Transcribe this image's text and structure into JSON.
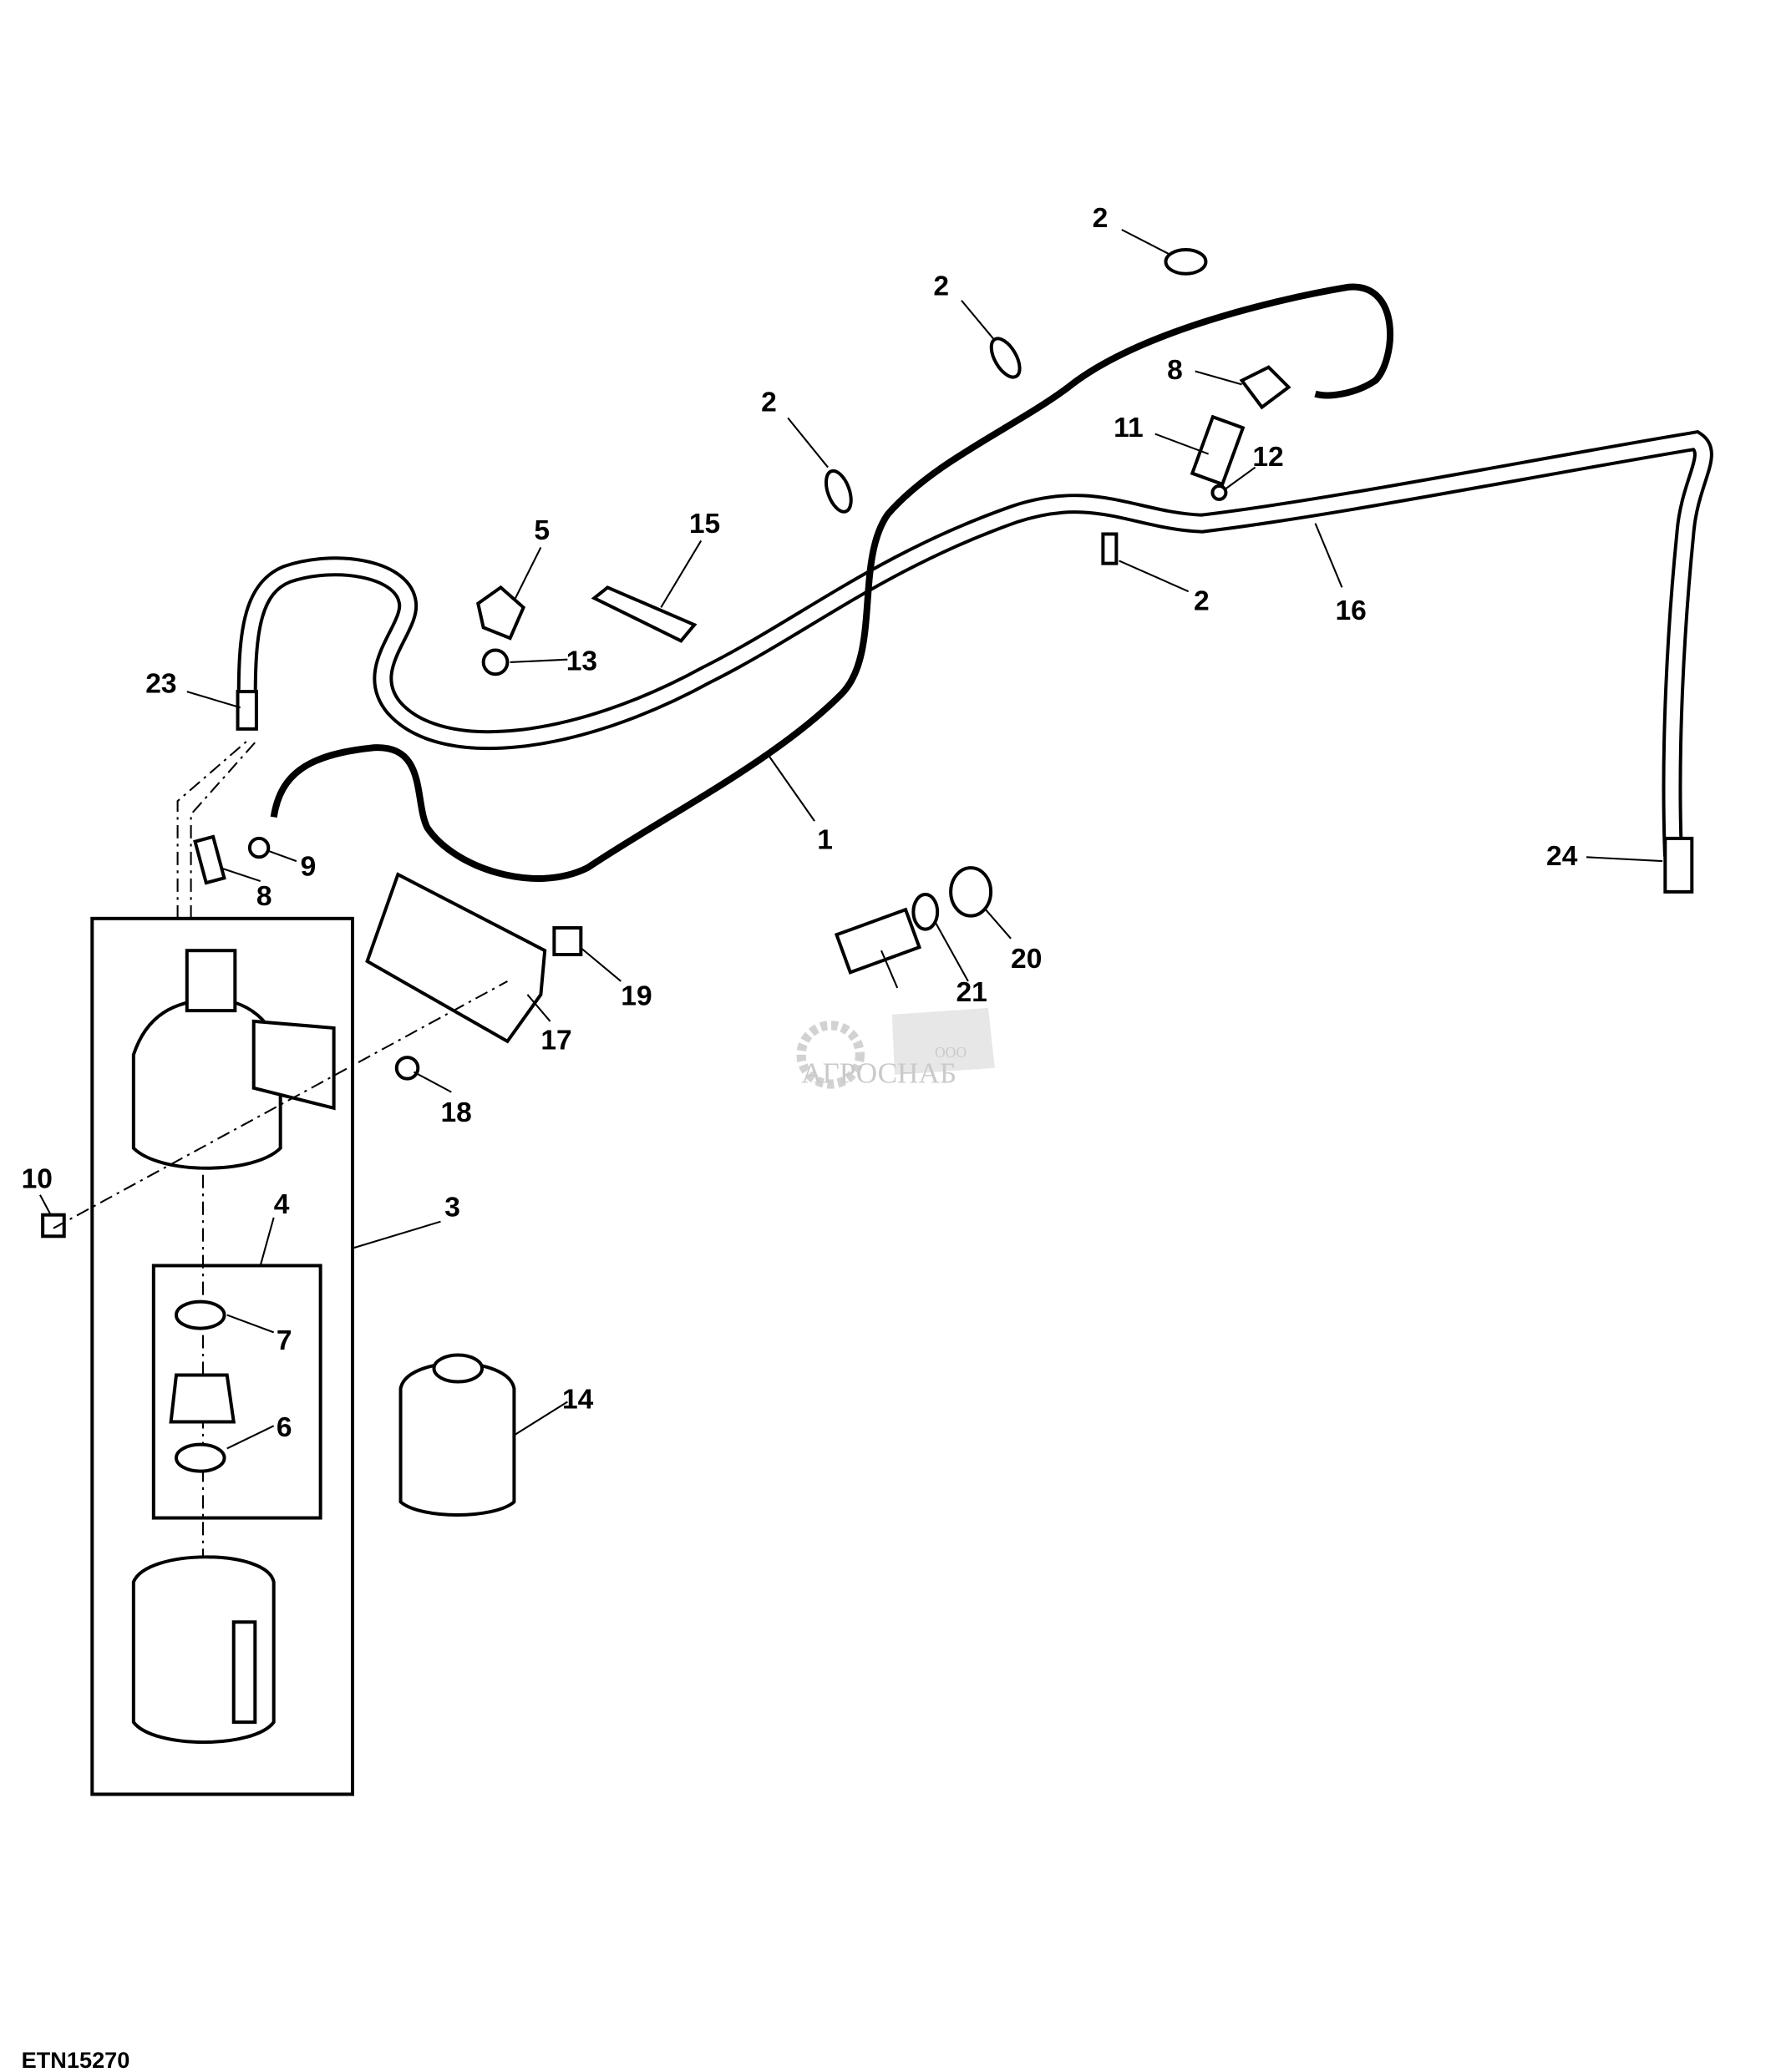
{
  "diagram": {
    "figure_id": "ETN15270",
    "callouts": [
      {
        "id": "c2a",
        "text": "2"
      },
      {
        "id": "c2b",
        "text": "2"
      },
      {
        "id": "c2c",
        "text": "2"
      },
      {
        "id": "c2d",
        "text": "2"
      },
      {
        "id": "c8a",
        "text": "8"
      },
      {
        "id": "c11",
        "text": "11"
      },
      {
        "id": "c12",
        "text": "12"
      },
      {
        "id": "c5",
        "text": "5"
      },
      {
        "id": "c15",
        "text": "15"
      },
      {
        "id": "c13",
        "text": "13"
      },
      {
        "id": "c16",
        "text": "16"
      },
      {
        "id": "c23",
        "text": "23"
      },
      {
        "id": "c1",
        "text": "1"
      },
      {
        "id": "c24",
        "text": "24"
      },
      {
        "id": "c9",
        "text": "9"
      },
      {
        "id": "c8b",
        "text": "8"
      },
      {
        "id": "c19",
        "text": "19"
      },
      {
        "id": "c17",
        "text": "17"
      },
      {
        "id": "c20",
        "text": "20"
      },
      {
        "id": "c21",
        "text": "21"
      },
      {
        "id": "c18",
        "text": "18"
      },
      {
        "id": "c10",
        "text": "10"
      },
      {
        "id": "c4",
        "text": "4"
      },
      {
        "id": "c3",
        "text": "3"
      },
      {
        "id": "c7",
        "text": "7"
      },
      {
        "id": "c6",
        "text": "6"
      },
      {
        "id": "c14",
        "text": "14"
      }
    ],
    "watermark": {
      "prefix": "ООО",
      "name": "АГРОСНАБ"
    }
  }
}
